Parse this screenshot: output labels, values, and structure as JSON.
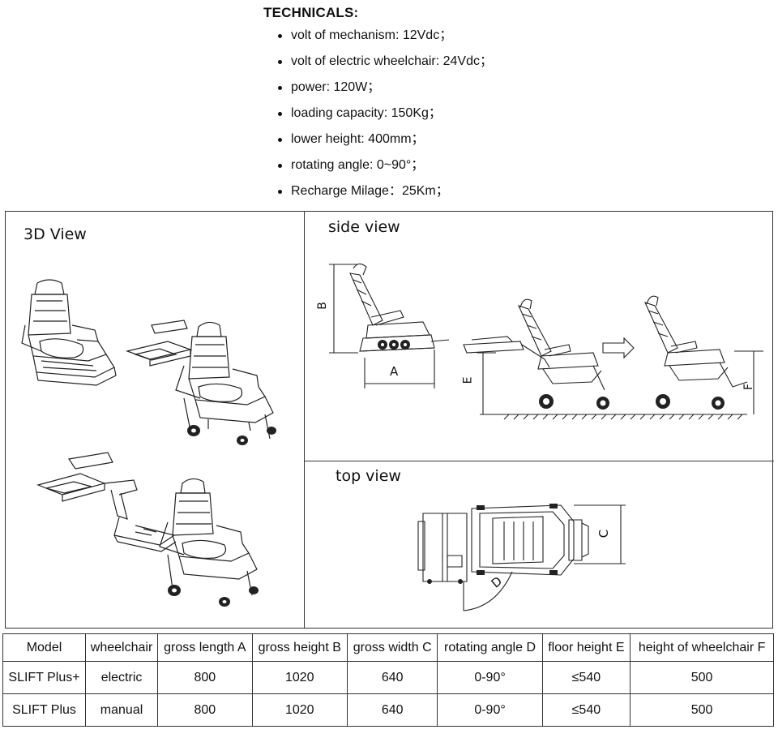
{
  "technicals": {
    "title": "TECHNICALS:",
    "items": [
      "volt of mechanism: 12Vdc；",
      "volt of electric wheelchair: 24Vdc；",
      "power: 120W；",
      "loading capacity: 150Kg；",
      "lower height: 400mm；",
      "rotating angle: 0~90°；",
      "Recharge Milage：25Km；"
    ]
  },
  "panels": {
    "view3d": "3D View",
    "side": "side view",
    "top": "top view"
  },
  "dimension_labels": {
    "A": "A",
    "B": "B",
    "C": "C",
    "D": "D",
    "E": "E",
    "F": "F"
  },
  "spec_table": {
    "headers": [
      "Model",
      "wheelchair",
      "gross length A",
      "gross height B",
      "gross width C",
      "rotating angle D",
      "floor height E",
      "height of wheelchair F"
    ],
    "rows": [
      [
        "SLIFT Plus+",
        "electric",
        "800",
        "1020",
        "640",
        "0-90°",
        "≤540",
        "500"
      ],
      [
        "SLIFT Plus",
        "manual",
        "800",
        "1020",
        "640",
        "0-90°",
        "≤540",
        "500"
      ]
    ]
  }
}
